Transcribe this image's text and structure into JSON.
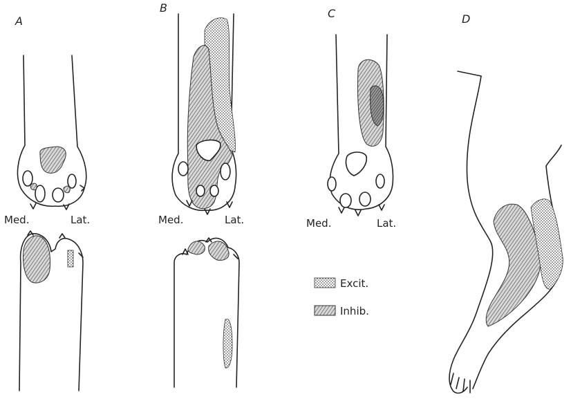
{
  "panels": {
    "a": {
      "letter": "A",
      "medial": "Med.",
      "lateral": "Lat."
    },
    "b": {
      "letter": "B",
      "medial": "Med.",
      "lateral": "Lat."
    },
    "c": {
      "letter": "C",
      "medial": "Med.",
      "lateral": "Lat."
    },
    "d": {
      "letter": "D"
    }
  },
  "legend": {
    "excitatory": "Excit.",
    "inhibitory": "Inhib."
  },
  "colors": {
    "ink": "#222222",
    "hatch": "#555555",
    "background": "#ffffff"
  }
}
